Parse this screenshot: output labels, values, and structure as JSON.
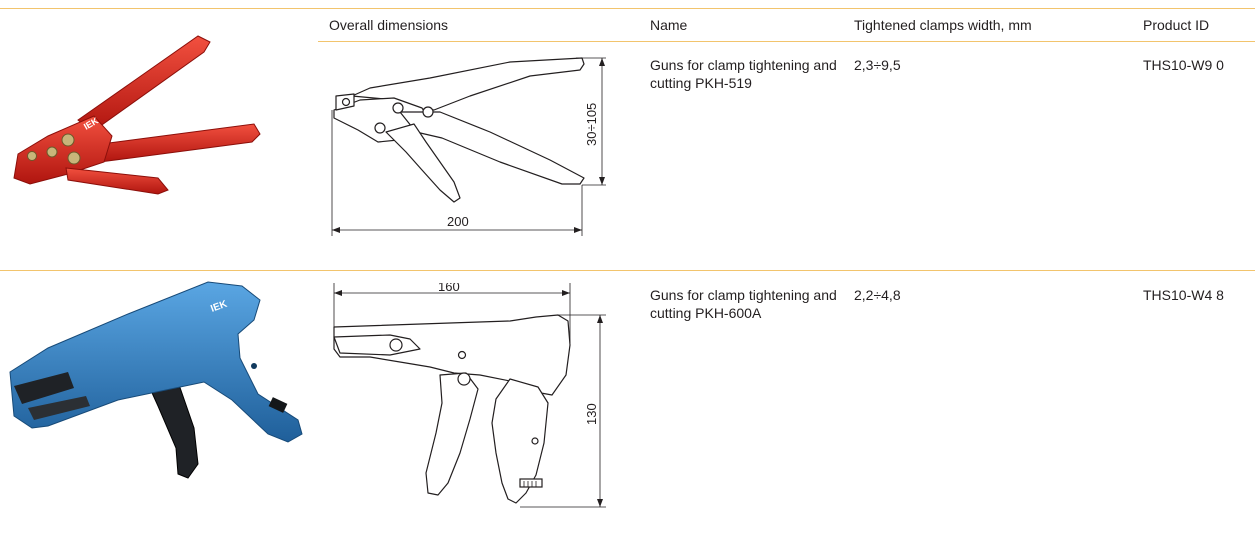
{
  "header": {
    "overall_dimensions": "Overall dimensions",
    "name": "Name",
    "width": "Tightened clamps width, mm",
    "product_id": "Product ID"
  },
  "products": [
    {
      "name": "Guns for clamp tightening and cutting PKH-519",
      "width": "2,3÷9,5",
      "product_id": "THS10-W9 0",
      "dim_length": "200",
      "dim_height": "30÷105",
      "photo_color": "#d9241c",
      "logo": "IEK"
    },
    {
      "name": "Guns for clamp tightening and cutting PKH-600A",
      "width": "2,2÷4,8",
      "product_id": "THS10-W4 8",
      "dim_length": "160",
      "dim_height": "130",
      "photo_color": "#2f7fc4",
      "logo": "IEK"
    }
  ],
  "colors": {
    "rule": "#f2c46d",
    "text": "#231f20"
  }
}
